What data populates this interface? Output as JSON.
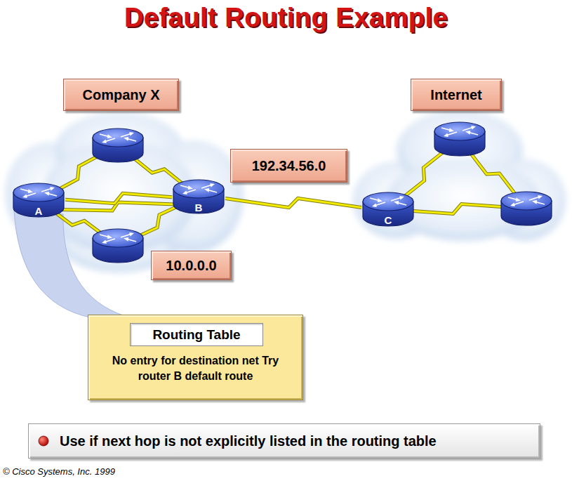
{
  "diagram": {
    "title": "Default Routing Example",
    "nodes": [
      {
        "text": [
          "Company X"
        ]
      },
      {
        "text": [
          "Internet"
        ]
      },
      {
        "text": [
          "192.34.56.0"
        ]
      },
      {
        "text": [
          "A"
        ]
      },
      {
        "text": [
          "B"
        ]
      },
      {
        "text": [
          "C"
        ]
      },
      {
        "text": [
          "10.0.0.0"
        ]
      },
      {
        "text": [
          "No entry for destination net Try router B default route"
        ]
      },
      {
        "text": [
          "Routing Table"
        ],
        "in": 7
      },
      {
        "text": [
          "Use if next hop is not explicitly listed in the routing table"
        ]
      }
    ],
    "edges": [
      {
        "from": 3,
        "to": 4,
        "arrow": "none"
      },
      {
        "from": 4,
        "to": 5,
        "arrow": "none"
      }
    ],
    "labels": [
      "© Cisco Systems, Inc. 1999"
    ]
  }
}
